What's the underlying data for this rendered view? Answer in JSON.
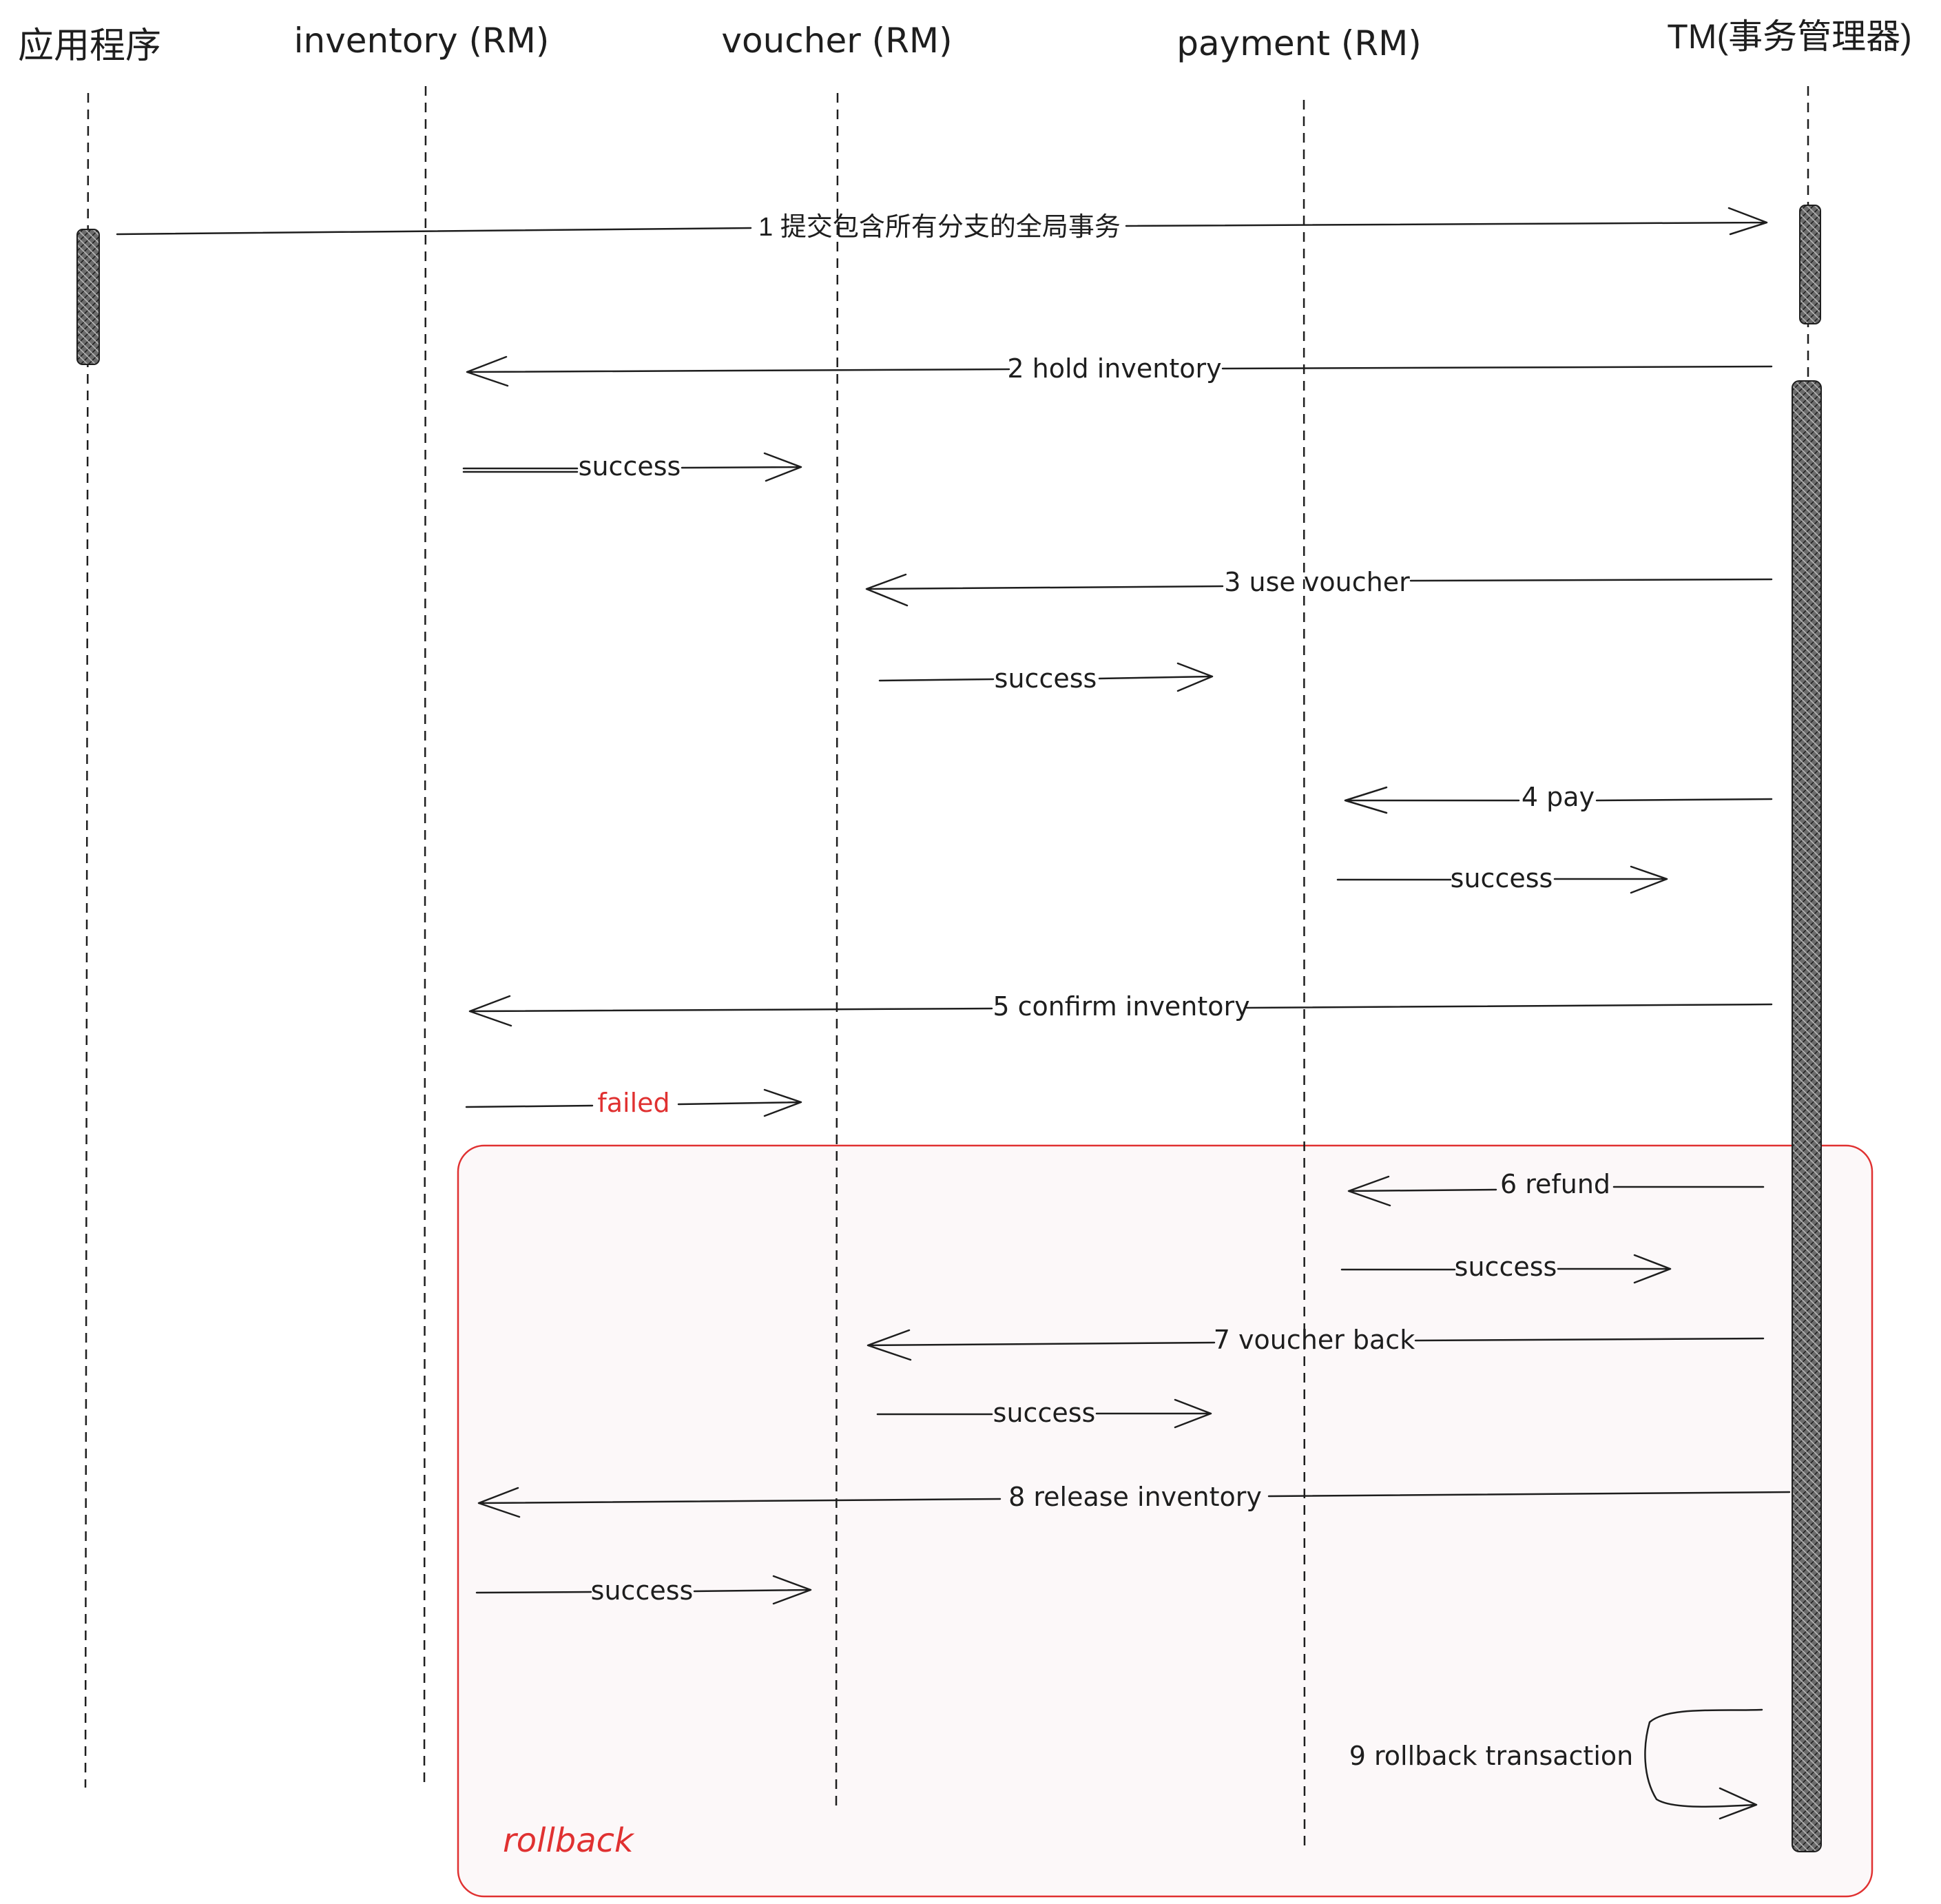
{
  "participants": {
    "app": "应用程序",
    "inventory": "inventory (RM)",
    "voucher": "voucher (RM)",
    "payment": "payment (RM)",
    "tm": "TM(事务管理器)"
  },
  "messages": {
    "m1": "1 提交包含所有分支的全局事务",
    "m2": "2 hold inventory",
    "r2": "success",
    "m3": "3 use voucher",
    "r3": "success",
    "m4": "4 pay",
    "r4": "success",
    "m5": "5 confirm inventory",
    "r5": "failed",
    "m6": "6 refund",
    "r6": "success",
    "m7": "7 voucher back",
    "r7": "success",
    "m8": "8 release inventory",
    "r8": "success",
    "m9": "9 rollback transaction"
  },
  "rollback_group": {
    "label": "rollback"
  },
  "colors": {
    "ink": "#1e1e1e",
    "failed": "#e03131",
    "group_border": "#e03131",
    "group_fill": "#fcf8f9"
  }
}
